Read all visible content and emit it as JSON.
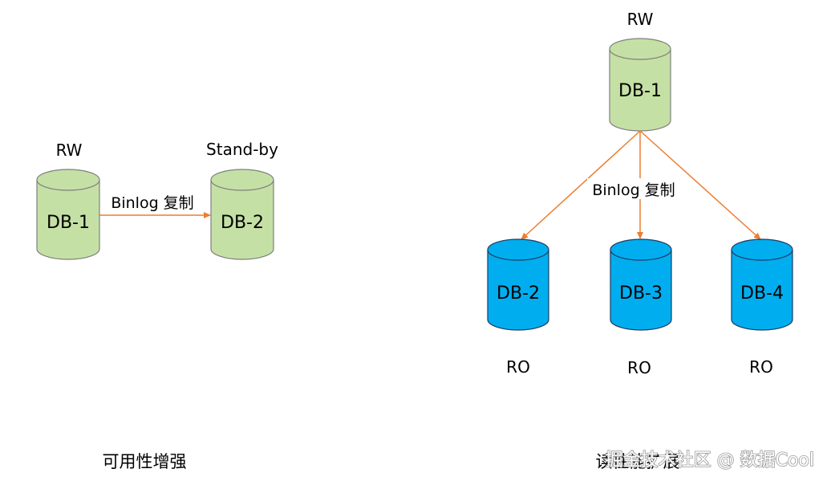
{
  "colors": {
    "primary_fill": "#c5e0a5",
    "primary_stroke": "#7f7f7f",
    "replica_fill": "#00aeef",
    "replica_stroke": "#1f3a5f",
    "arrow": "#ed7d31"
  },
  "left": {
    "primary": {
      "role": "RW",
      "name": "DB-1"
    },
    "standby": {
      "role": "Stand-by",
      "name": "DB-2"
    },
    "edge_label": "Binlog 复制",
    "caption": "可用性增强"
  },
  "right": {
    "primary": {
      "role": "RW",
      "name": "DB-1"
    },
    "replicas": [
      {
        "name": "DB-2",
        "role": "RO"
      },
      {
        "name": "DB-3",
        "role": "RO"
      },
      {
        "name": "DB-4",
        "role": "RO"
      }
    ],
    "edge_label": "Binlog 复制",
    "caption": "读性能扩展",
    "watermark": "掘金技术社区 @ 数据Cool"
  }
}
